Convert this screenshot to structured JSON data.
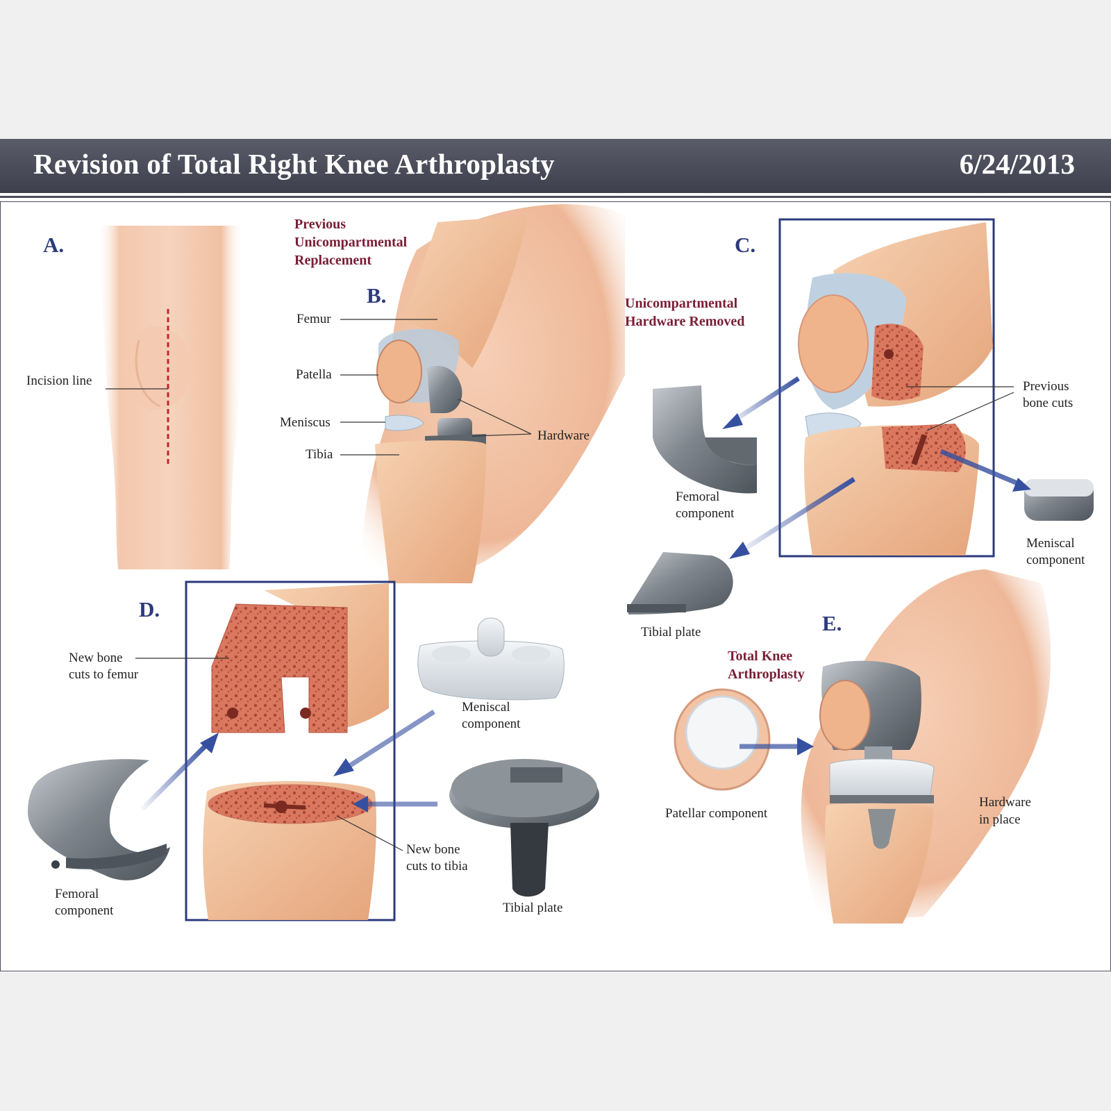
{
  "header": {
    "title": "Revision of Total Right Knee Arthroplasty",
    "date": "6/24/2013"
  },
  "panels": {
    "a": {
      "letter": "A.",
      "incision_label": "Incision line"
    },
    "b": {
      "letter": "B.",
      "heading_1": "Previous",
      "heading_2": "Unicompartmental",
      "heading_3": "Replacement",
      "femur": "Femur",
      "patella": "Patella",
      "meniscus": "Meniscus",
      "tibia": "Tibia",
      "hardware": "Hardware"
    },
    "c": {
      "letter": "C.",
      "heading_1": "Unicompartmental",
      "heading_2": "Hardware Removed",
      "prev_cuts_1": "Previous",
      "prev_cuts_2": "bone cuts",
      "femoral_1": "Femoral",
      "femoral_2": "component",
      "meniscal_1": "Meniscal",
      "meniscal_2": "component",
      "tibial": "Tibial plate"
    },
    "d": {
      "letter": "D.",
      "femur_cuts_1": "New bone",
      "femur_cuts_2": "cuts to femur",
      "meniscal_1": "Meniscal",
      "meniscal_2": "component",
      "tibia_cuts_1": "New bone",
      "tibia_cuts_2": "cuts to tibia",
      "femoral_1": "Femoral",
      "femoral_2": "component",
      "tibial": "Tibial plate"
    },
    "e": {
      "letter": "E.",
      "heading_1": "Total Knee",
      "heading_2": "Arthroplasty",
      "patellar": "Patellar component",
      "hardware_1": "Hardware",
      "hardware_2": "in place"
    }
  },
  "colors": {
    "header_bg": "#4a4c5a",
    "letter": "#2d3a7c",
    "heading": "#7a1e36",
    "skin": "#f2c3a4",
    "bone_cut": "#c95a44",
    "metal": "#8a9096",
    "arrow": "#3650a0"
  }
}
